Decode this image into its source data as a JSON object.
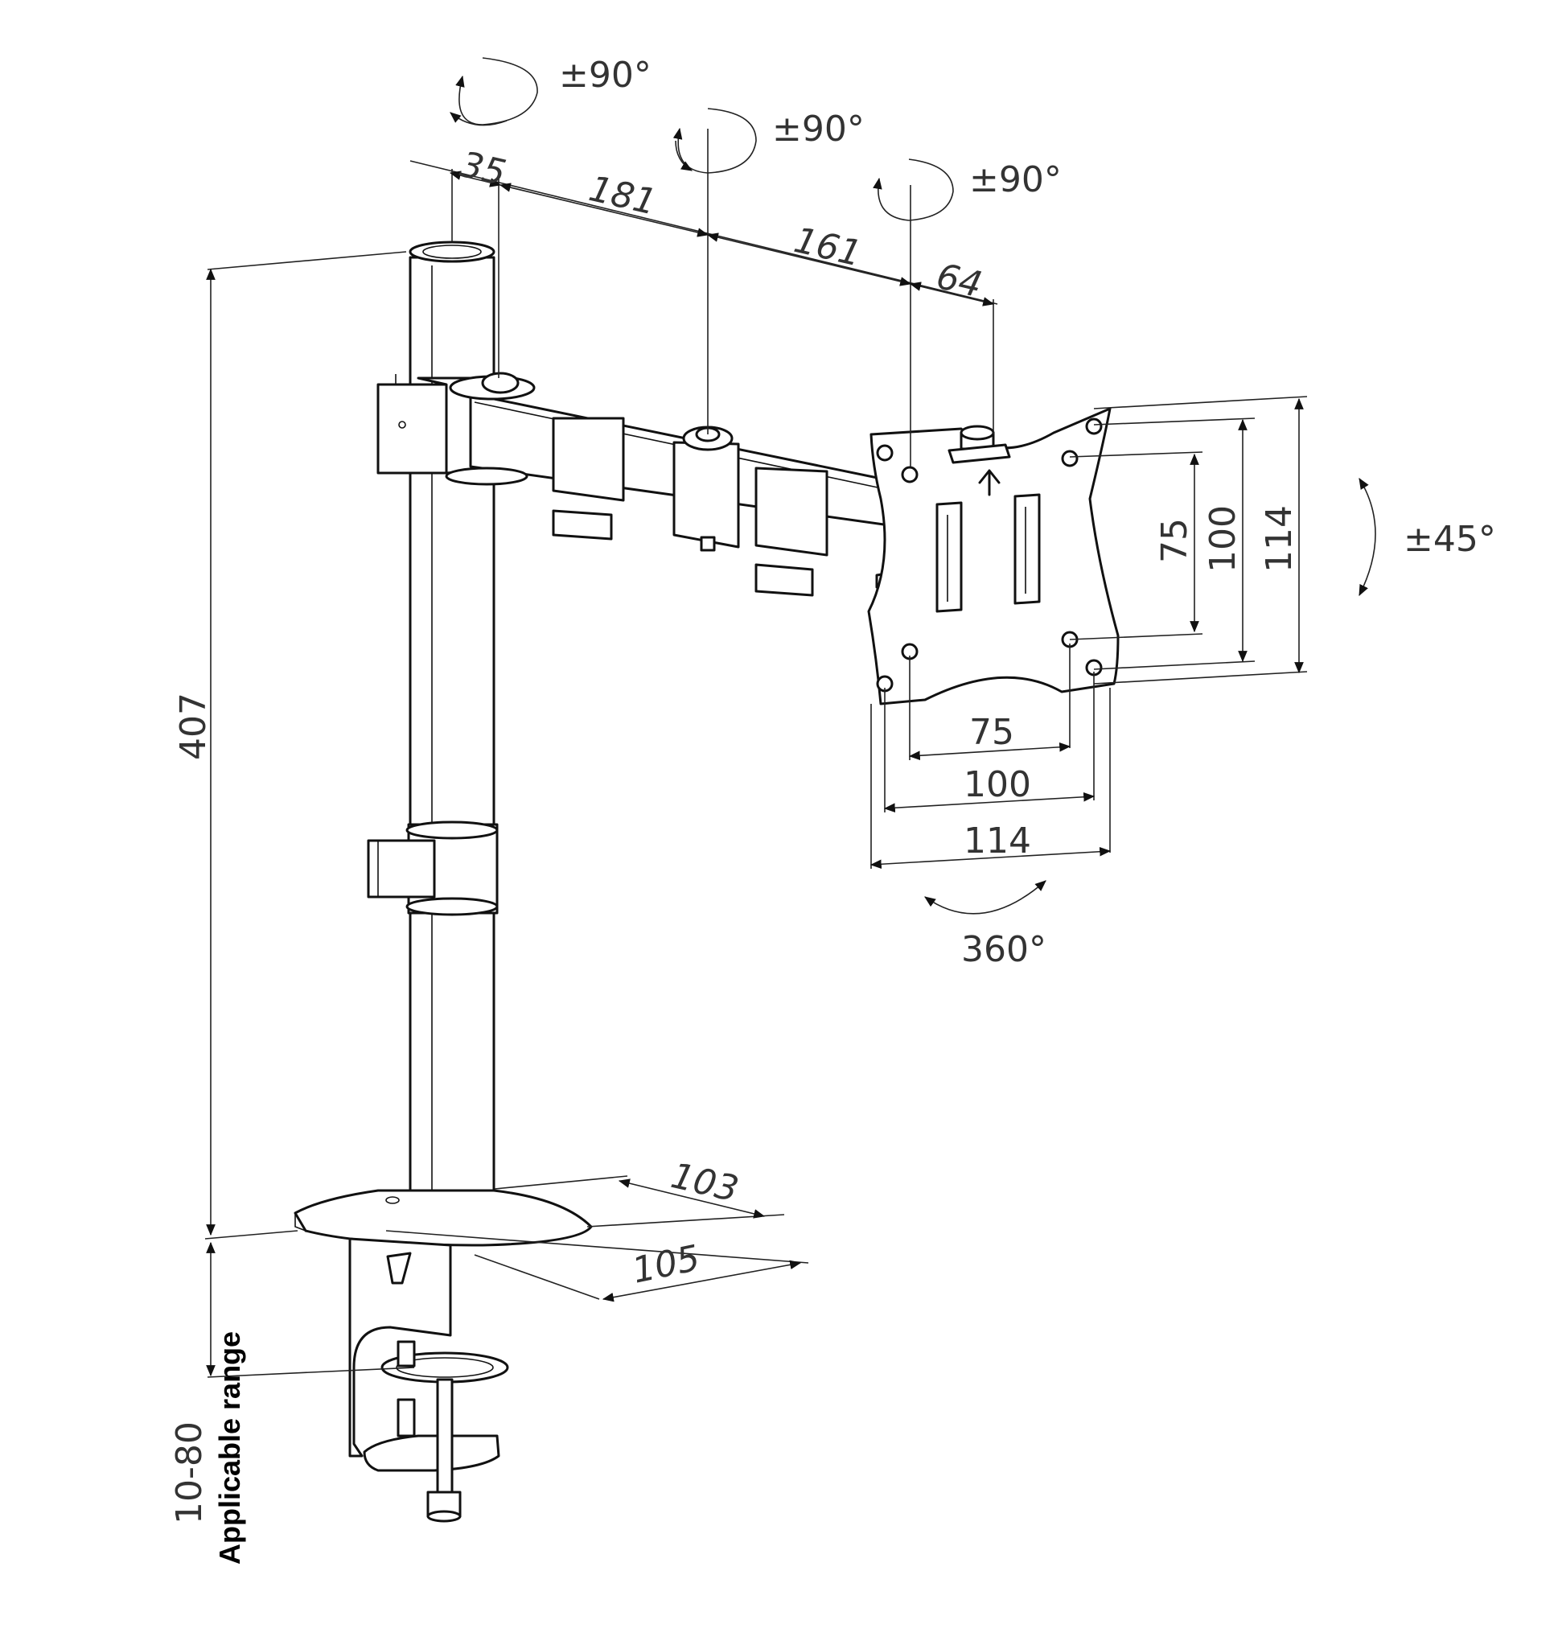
{
  "labels": {
    "rot_pole": "±90°",
    "rot_arm": "±90°",
    "rot_head": "±90°",
    "tilt": "±45°",
    "rotate": "360°",
    "applicable_range_label": "Applicable range",
    "applicable_range_value": "10-80"
  },
  "dimensions": {
    "pole_diameter": "35",
    "arm_segment_1": "181",
    "arm_segment_2": "161",
    "head_offset": "64",
    "pole_height": "407",
    "base_depth": "103",
    "base_width": "105",
    "vesa_h_small": "75",
    "vesa_h_medium": "100",
    "vesa_h_large": "114",
    "vesa_v_small": "75",
    "vesa_v_medium": "100",
    "vesa_v_large": "114"
  }
}
